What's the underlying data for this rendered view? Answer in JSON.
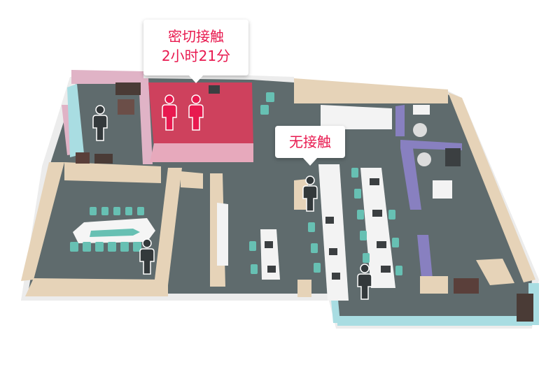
{
  "callouts": {
    "close_contact": {
      "title": "密切接触",
      "duration": "2小时21分"
    },
    "no_contact": {
      "title": "无接触"
    }
  },
  "people": {
    "contact_count": 2,
    "other_count": 4
  },
  "colors": {
    "contact_accent": "#e8194f",
    "contact_room": "#e23a5a",
    "person_dark": "#33393b",
    "floor": "#5f6b6d",
    "wall_beige": "#e6d3b8",
    "wall_pink": "#e0b3c6",
    "wall_purple": "#8880c0",
    "glass_cyan": "#a9dde2",
    "chair_teal": "#67c0b3"
  }
}
